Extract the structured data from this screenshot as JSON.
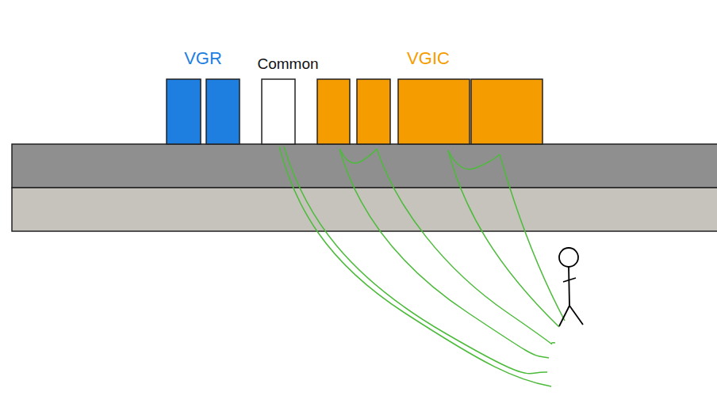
{
  "diagram": {
    "labels": [
      "VGR",
      "Common",
      "VGIC"
    ]
  }
}
